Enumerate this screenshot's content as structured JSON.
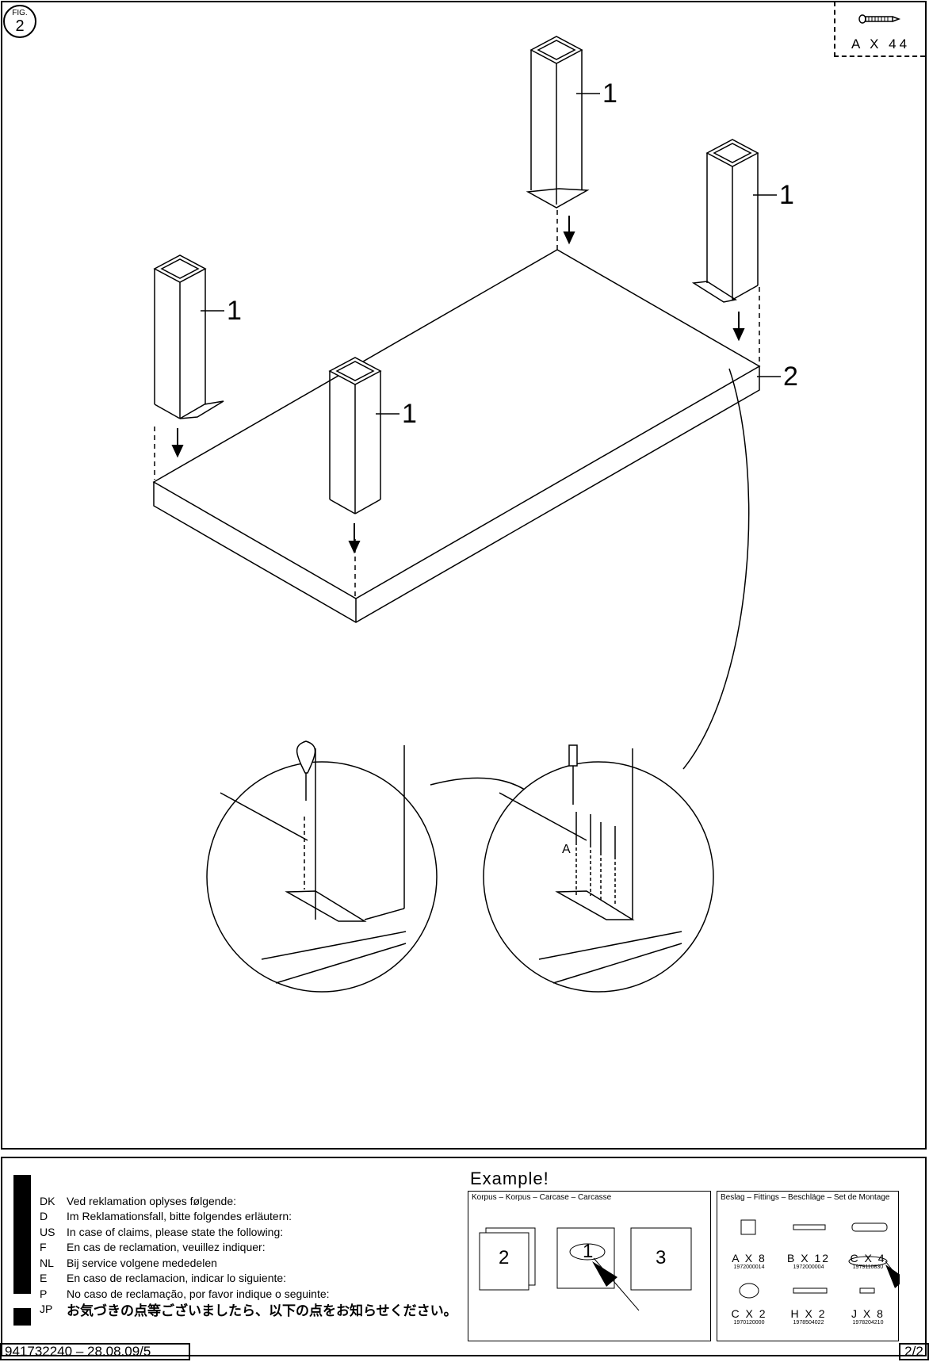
{
  "figure": {
    "label": "FIG.",
    "number": "2"
  },
  "parts_inset": {
    "quantity": "A X 44",
    "icon": "screw-icon"
  },
  "callouts": {
    "leg": "1",
    "tabletop": "2"
  },
  "detail_screw_label": "A",
  "claims": [
    {
      "code": "DK",
      "text": "Ved reklamation oplyses følgende:"
    },
    {
      "code": "D",
      "text": "Im Reklamationsfall, bitte folgendes erläutern:"
    },
    {
      "code": "US",
      "text": "In case of claims, please state the following:"
    },
    {
      "code": "F",
      "text": "En cas de reclamation, veuillez indiquer:"
    },
    {
      "code": "NL",
      "text": "Bij service volgene mededelen"
    },
    {
      "code": "E",
      "text": "En caso de reclamacion, indicar lo siguiente:"
    },
    {
      "code": "P",
      "text": "No caso de reclamação, por favor indique o seguinte:"
    },
    {
      "code": "JP",
      "text": "お気づきの点等ございましたら、以下の点をお知らせください。"
    }
  ],
  "example": {
    "title": "Example!",
    "corpus_header": "Korpus  –  Korpus  –  Carcase  –  Carcasse",
    "fittings_header": "Beslag – Fittings – Beschläge – Set de Montage",
    "panels": [
      "2",
      "1",
      "3"
    ],
    "fittings": [
      {
        "label": "A X 8",
        "code": "1972000014"
      },
      {
        "label": "B X 12",
        "code": "1972000004"
      },
      {
        "label": "C X 4",
        "code": "1979110830"
      },
      {
        "label": "C X 2",
        "code": "1970120000"
      },
      {
        "label": "H X 2",
        "code": "1978504022"
      },
      {
        "label": "J X 8",
        "code": "1978204210"
      }
    ]
  },
  "footer": {
    "doc_id": "941732240 – 28.08.09/5",
    "page": "2/2"
  }
}
